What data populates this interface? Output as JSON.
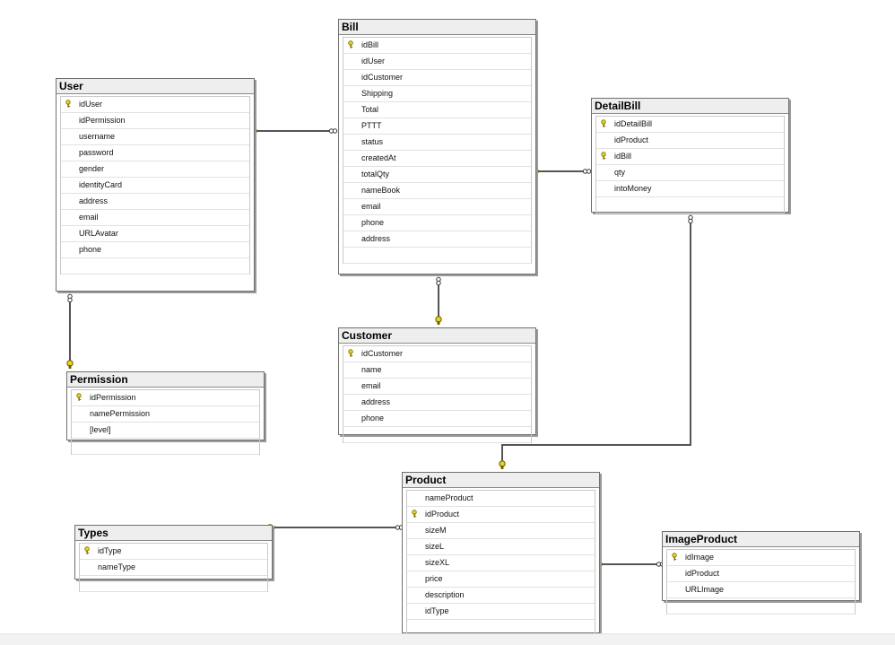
{
  "diagram": {
    "tables": {
      "user": {
        "title": "User",
        "columns": [
          "idUser",
          "idPermission",
          "username",
          "password",
          "gender",
          "identityCard",
          "address",
          "email",
          "URLAvatar",
          "phone"
        ],
        "key_column": "idUser"
      },
      "bill": {
        "title": "Bill",
        "columns": [
          "idBill",
          "idUser",
          "idCustomer",
          "Shipping",
          "Total",
          "PTTT",
          "status",
          "createdAt",
          "totalQty",
          "nameBook",
          "email",
          "phone",
          "address"
        ],
        "key_column": "idBill"
      },
      "detailbill": {
        "title": "DetailBill",
        "columns": [
          "idDetailBill",
          "idProduct",
          "idBill",
          "qty",
          "intoMoney"
        ],
        "key_column": "idDetailBill",
        "key_column_2": "idBill"
      },
      "customer": {
        "title": "Customer",
        "columns": [
          "idCustomer",
          "name",
          "email",
          "address",
          "phone"
        ],
        "key_column": "idCustomer"
      },
      "permission": {
        "title": "Permission",
        "columns": [
          "idPermission",
          "namePermission",
          "[level]"
        ],
        "key_column": "idPermission"
      },
      "product": {
        "title": "Product",
        "columns": [
          "nameProduct",
          "idProduct",
          "sizeM",
          "sizeL",
          "sizeXL",
          "price",
          "description",
          "idType"
        ],
        "key_column": "idProduct"
      },
      "types": {
        "title": "Types",
        "columns": [
          "idType",
          "nameType"
        ],
        "key_column": "idType"
      },
      "imageproduct": {
        "title": "ImageProduct",
        "columns": [
          "idImage",
          "idProduct",
          "URLImage"
        ],
        "key_column": "idImage"
      }
    },
    "icons": {
      "key": "key-icon",
      "one_end": "key-connector-icon",
      "many_end": "infinity-icon"
    },
    "colors": {
      "key_yellow": "#e8d31a",
      "line": "#555555",
      "border": "#6f6f6f"
    }
  }
}
